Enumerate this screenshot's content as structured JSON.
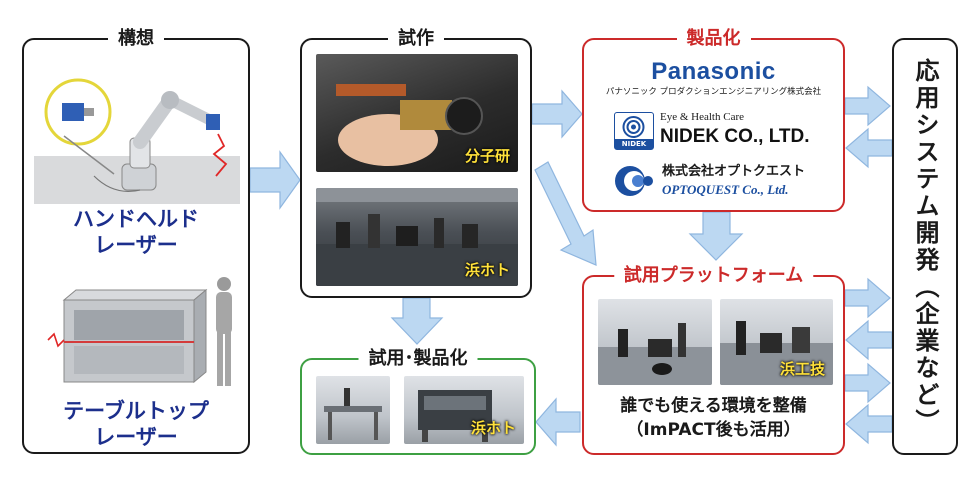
{
  "concept": {
    "title": "構想",
    "handheld_label_1": "ハンドヘルド",
    "handheld_label_2": "レーザー",
    "tabletop_label_1": "テーブルトップ",
    "tabletop_label_2": "レーザー"
  },
  "prototype": {
    "title": "試作",
    "photo1_tag": "分子研",
    "photo2_tag": "浜ホト"
  },
  "productization": {
    "title": "製品化",
    "companies": [
      {
        "name": "Panasonic",
        "sub": "パナソニック プロダクションエンジニアリング株式会社"
      },
      {
        "tagline": "Eye & Health Care",
        "name": "NIDEK CO., LTD.",
        "logo_text": "NIDEK"
      },
      {
        "name_jp": "株式会社オプトクエスト",
        "name_en": "OPTOQUEST Co., Ltd."
      }
    ]
  },
  "trial_platform": {
    "title": "試用プラットフォーム",
    "photo_tag": "浜工技",
    "text_line1": "誰でも使える環境を整備",
    "text_line2": "（ImPACT後も活用）"
  },
  "trial_productization": {
    "title": "試用･製品化",
    "photo_tag": "浜ホト"
  },
  "application": {
    "text": "応用システム開発（企業など）"
  },
  "colors": {
    "arrow_fill": "#bcd8f2",
    "arrow_stroke": "#8fb6df",
    "label_blue": "#1c2f8c",
    "red_border": "#cc2a2a",
    "green_border": "#3ea043",
    "panasonic_blue": "#1c4fa0",
    "photo_tag_yellow": "#ffe13a"
  }
}
